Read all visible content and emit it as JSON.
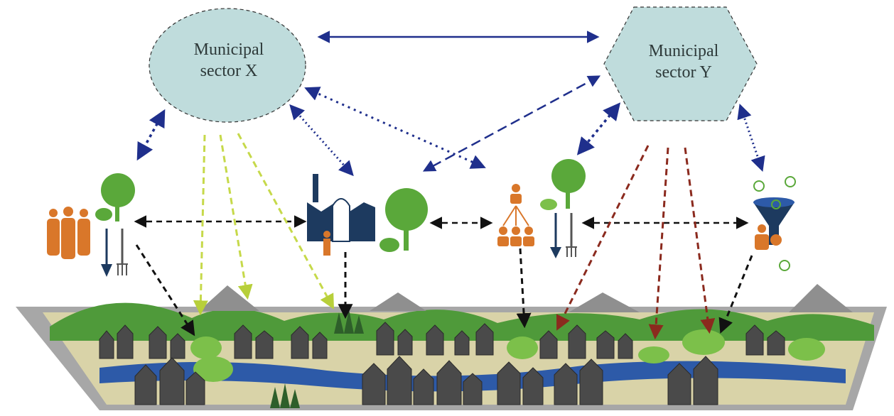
{
  "nodes": {
    "sector_x": {
      "line1": "Municipal",
      "line2": "sector X"
    },
    "sector_y": {
      "line1": "Municipal",
      "line2": "sector Y"
    }
  },
  "colors": {
    "node_fill": "#bfdcdc",
    "link_blue": "#1f2f8c",
    "link_black": "#111111",
    "link_light_green": "#c6d94a",
    "link_dark_red": "#8b2a1e",
    "tree_green": "#5aa83a",
    "people_orange": "#d9772a",
    "factory_navy": "#1d3a5f",
    "city_grey": "#4a4a4a",
    "river_blue": "#2d5aa8",
    "ground": "#9a9a9a"
  },
  "icons": [
    "community-group-icon",
    "tree-icon",
    "garden-tools-icon",
    "factory-icon",
    "organization-hierarchy-icon",
    "funding-funnel-icon",
    "idea-lightbulb-icon"
  ]
}
